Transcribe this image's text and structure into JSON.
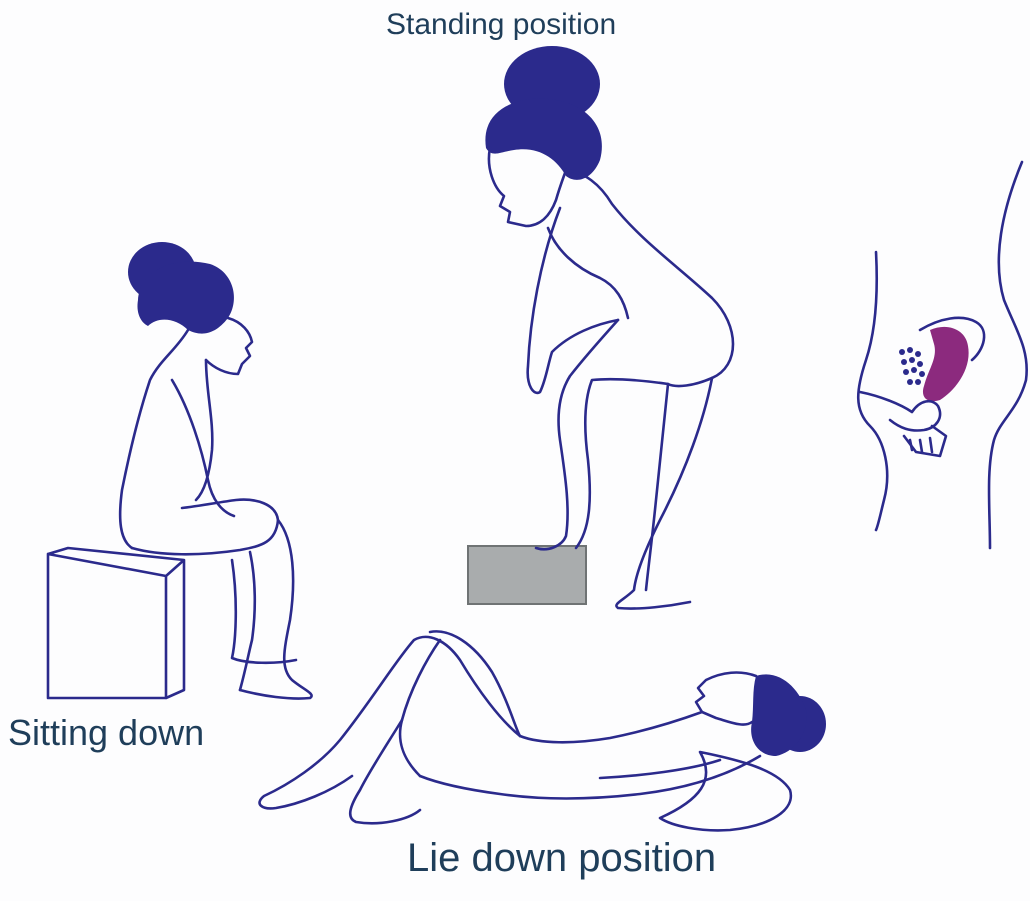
{
  "labels": {
    "standing": "Standing position",
    "sitting": "Sitting down",
    "lie_down": "Lie down position"
  },
  "colors": {
    "ink": "#2b2a8c",
    "block_fill": "#a9acad",
    "cup_color": "#8c2a7e",
    "text": "#1f3e5a",
    "background": "#fdfdfe"
  },
  "illustrations": [
    {
      "id": "sitting-figure",
      "icon": "woman-sitting-on-stool-icon"
    },
    {
      "id": "standing-figure",
      "icon": "woman-standing-foot-on-block-icon"
    },
    {
      "id": "lying-figure",
      "icon": "woman-lying-knees-bent-icon"
    },
    {
      "id": "insertion-diagram",
      "icon": "menstrual-cup-insertion-icon"
    }
  ]
}
